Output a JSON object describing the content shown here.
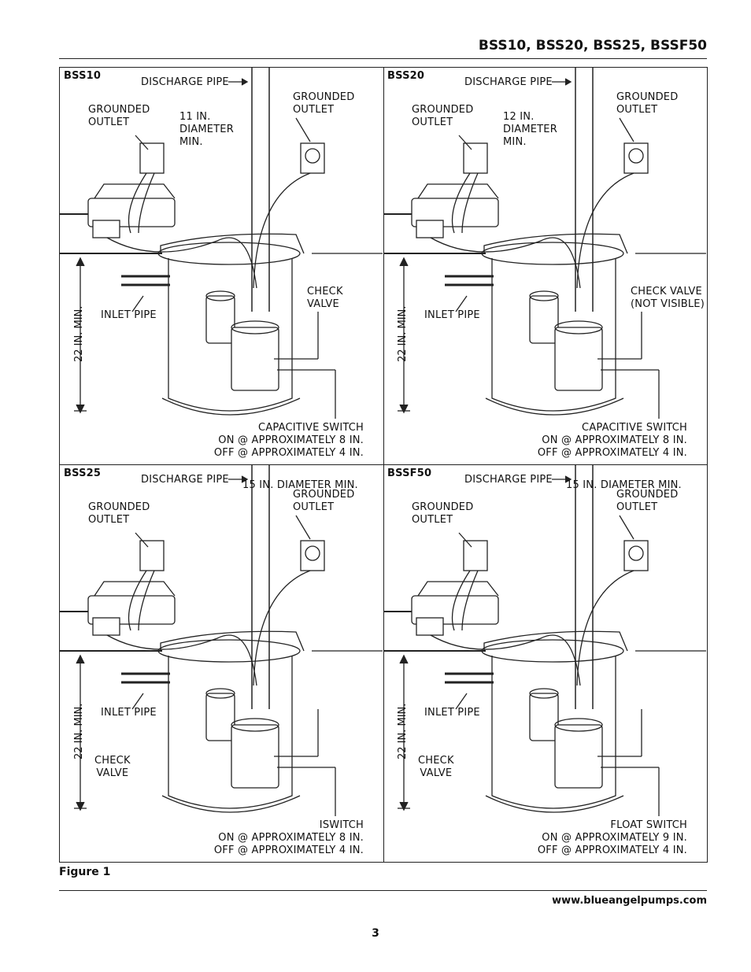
{
  "header": {
    "title": "BSS10, BSS20, BSS25, BSSF50"
  },
  "panels": [
    {
      "model": "BSS10",
      "discharge": "DISCHARGE PIPE",
      "outlet_left": "GROUNDED\nOUTLET",
      "outlet_right": "GROUNDED\nOUTLET",
      "diameter": "11 IN.\nDIAMETER\nMIN.",
      "inlet": "INLET PIPE",
      "height": "22 IN. MIN.",
      "check": "CHECK\nVALVE",
      "switch": "CAPACITIVE SWITCH\nON @ APPROXIMATELY 8 IN.\nOFF @ APPROXIMATELY 4 IN."
    },
    {
      "model": "BSS20",
      "discharge": "DISCHARGE PIPE",
      "outlet_left": "GROUNDED\nOUTLET",
      "outlet_right": "GROUNDED\nOUTLET",
      "diameter": "12 IN.\nDIAMETER\nMIN.",
      "inlet": "INLET PIPE",
      "height": "22 IN. MIN.",
      "check": "CHECK VALVE\n(NOT VISIBLE)",
      "switch": "CAPACITIVE SWITCH\nON @ APPROXIMATELY 8 IN.\nOFF @ APPROXIMATELY 4 IN."
    },
    {
      "model": "BSS25",
      "discharge": "DISCHARGE PIPE",
      "outlet_left": "GROUNDED\nOUTLET",
      "outlet_right": "GROUNDED\nOUTLET",
      "diameter": "15 IN. DIAMETER MIN.",
      "inlet": "INLET PIPE",
      "height": "22 IN. MIN.",
      "check": "CHECK\nVALVE",
      "switch": "ISWITCH\nON @ APPROXIMATELY 8 IN.\nOFF @ APPROXIMATELY 4 IN."
    },
    {
      "model": "BSSF50",
      "discharge": "DISCHARGE PIPE",
      "outlet_left": "GROUNDED\nOUTLET",
      "outlet_right": "GROUNDED\nOUTLET",
      "diameter": "15 IN. DIAMETER MIN.",
      "inlet": "INLET PIPE",
      "height": "22 IN. MIN.",
      "check": "CHECK\nVALVE",
      "switch": "FLOAT SWITCH\nON @ APPROXIMATELY 9 IN.\nOFF @ APPROXIMATELY 4 IN."
    }
  ],
  "figure_caption": "Figure 1",
  "footer": {
    "url": "www.blueangelpumps.com",
    "page_number": "3"
  }
}
